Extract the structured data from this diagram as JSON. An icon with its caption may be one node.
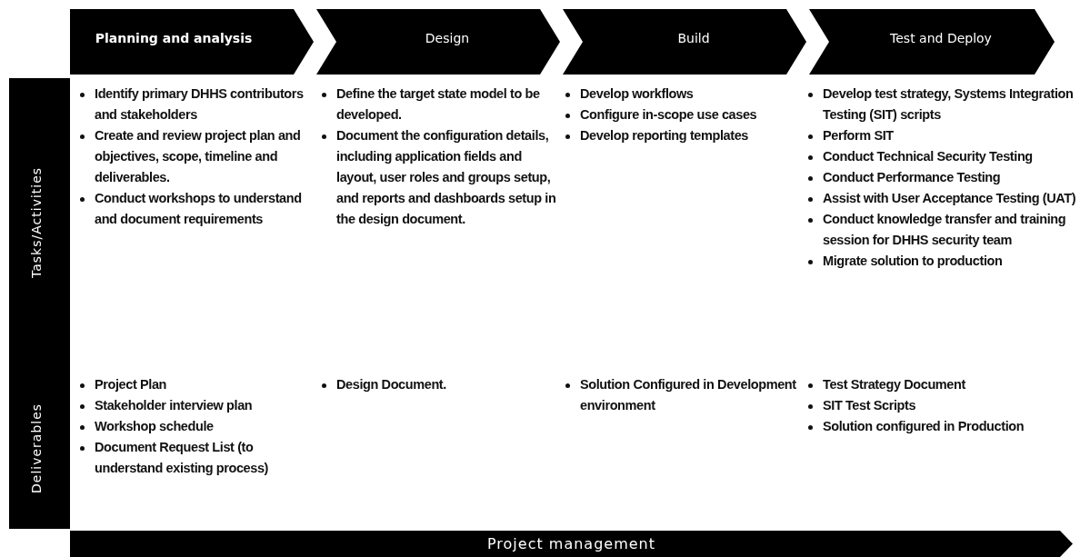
{
  "diagram": {
    "nodes": [
      {
        "text": [
          "Planning and analysis"
        ]
      },
      {
        "text": [
          "Design"
        ]
      },
      {
        "text": [
          "Build"
        ]
      },
      {
        "text": [
          "Test and Deploy"
        ]
      },
      {
        "text": [
          "Tasks/Activities"
        ]
      },
      {
        "text": [
          "Deliverables"
        ]
      },
      {
        "text": [
          "Project management"
        ]
      }
    ],
    "labels": [
      "Identify primary DHHS contributors and stakeholders",
      "Create and review project plan and objectives, scope, timeline and deliverables.",
      "Conduct workshops to understand and document requirements",
      "Define the target state model to be developed.",
      "Document the configuration details, including application fields and layout, user roles and groups setup, and reports and dashboards setup in the design document.",
      "Develop workflows",
      "Configure in-scope use cases",
      "Develop reporting templates",
      "Develop test strategy, Systems Integration Testing (SIT) scripts",
      "Perform SIT",
      "Conduct Technical Security Testing",
      "Conduct Performance Testing",
      "Assist with User Acceptance Testing (UAT)",
      "Conduct knowledge transfer and training session for DHHS security team",
      "Migrate solution to production",
      "Project Plan",
      "Stakeholder interview plan",
      "Workshop schedule",
      "Document Request List (to understand existing process)",
      "Design Document.",
      "Solution Configured in Development environment",
      "Test Strategy Document",
      "SIT Test Scripts",
      "Solution configured in Production"
    ]
  }
}
